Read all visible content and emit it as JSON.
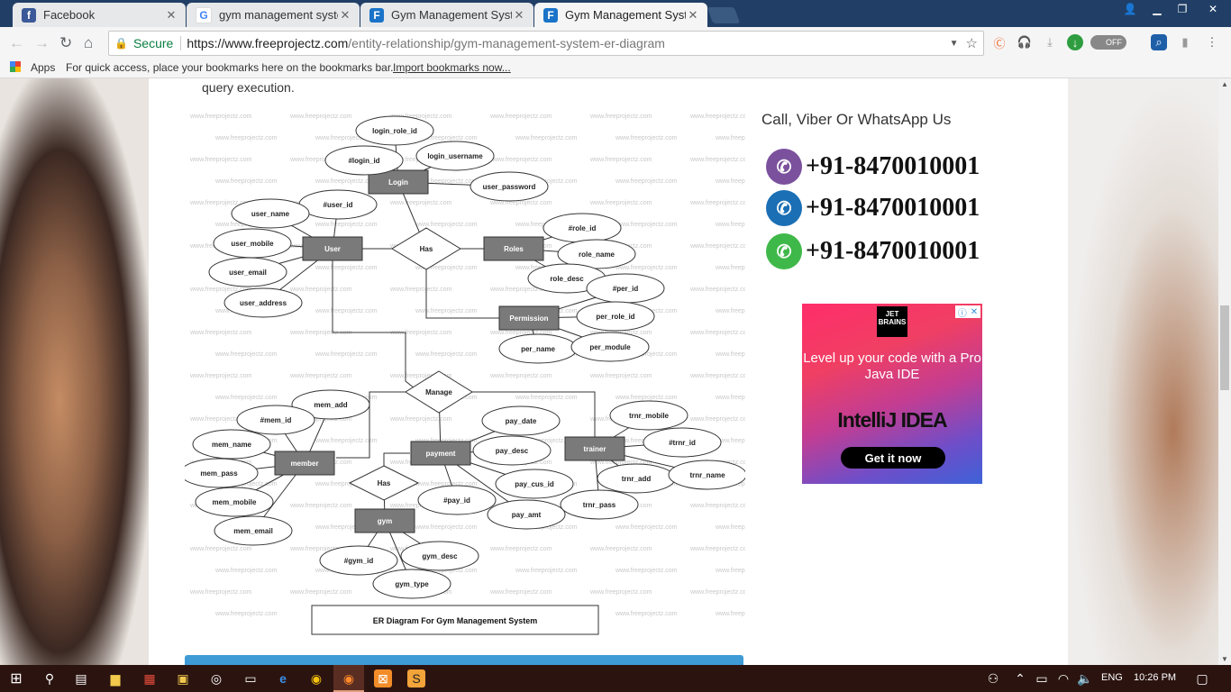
{
  "tabs": [
    {
      "title": "Facebook",
      "icon": "facebook-icon",
      "close": "✕"
    },
    {
      "title": "gym management syster",
      "icon": "google-icon",
      "close": "✕"
    },
    {
      "title": "Gym Management Syster",
      "icon": "freeprojectz-icon",
      "close": "✕"
    },
    {
      "title": "Gym Management Syster",
      "icon": "freeprojectz-icon",
      "close": "✕",
      "active": true
    }
  ],
  "address": {
    "secure_label": "Secure",
    "url_host": "https://www.freeprojectz.com",
    "url_path": "/entity-relationship/gym-management-system-er-diagram"
  },
  "extensions": {
    "toggle_label": "OFF"
  },
  "bookmarks": {
    "apps_label": "Apps",
    "message": "For quick access, place your bookmarks here on the bookmarks bar.",
    "import_link": "Import bookmarks now..."
  },
  "page": {
    "snippet": "query execution.",
    "diagram": {
      "watermark": "www.freeprojectz.com",
      "caption": "ER Diagram For Gym Management System",
      "entities": [
        "Login",
        "User",
        "Roles",
        "Permission",
        "member",
        "payment",
        "trainer",
        "gym"
      ],
      "relationships": [
        "Has",
        "Manage",
        "Has"
      ],
      "attributes": [
        "login_role_id",
        "#login_id",
        "login_username",
        "user_password",
        "#user_id",
        "user_name",
        "user_mobile",
        "user_email",
        "user_address",
        "#role_id",
        "role_name",
        "role_desc",
        "#per_id",
        "per_role_id",
        "per_name",
        "per_module",
        "mem_add",
        "#mem_id",
        "mem_name",
        "mem_pass",
        "mem_mobile",
        "mem_email",
        "pay_date",
        "pay_desc",
        "pay_cus_id",
        "#pay_id",
        "pay_amt",
        "trnr_mobile",
        "#trnr_id",
        "trnr_add",
        "trnr_name",
        "trnr_pass",
        "#gym_id",
        "gym_desc",
        "gym_type"
      ]
    },
    "sidebar": {
      "contact_title": "Call, Viber Or WhatsApp Us",
      "phones": [
        {
          "icon": "viber-icon",
          "number": "+91-8470010001",
          "color": "#7b519d"
        },
        {
          "icon": "phone-call-icon",
          "number": "+91-8470010001",
          "color": "#1b6fb4"
        },
        {
          "icon": "whatsapp-icon",
          "number": "+91-8470010001",
          "color": "#3fb84a"
        }
      ]
    },
    "ad": {
      "brand_line1": "JET",
      "brand_line2": "BRAINS",
      "headline": "Level up your code with a Pro Java IDE",
      "product": "IntelliJ IDEA",
      "cta": "Get it now"
    }
  },
  "taskbar": {
    "language": "ENG",
    "time": "10:26 PM"
  }
}
